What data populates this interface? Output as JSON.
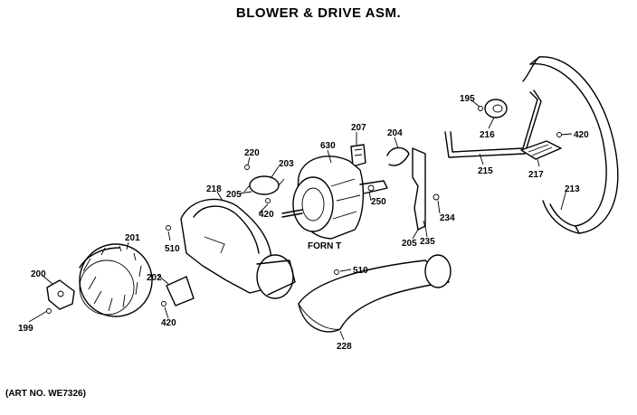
{
  "title": "BLOWER & DRIVE ASM.",
  "art_number": "(ART NO. WE7326)",
  "callouts": {
    "c195": "195",
    "c216": "216",
    "c420_top": "420",
    "c217": "217",
    "c215": "215",
    "c213": "213",
    "c207": "207",
    "c204": "204",
    "c630": "630",
    "c220": "220",
    "c203": "203",
    "c218": "218",
    "c205_mid": "205",
    "c420_mid": "420",
    "c250": "250",
    "c234": "234",
    "c235": "235",
    "c205_right": "205",
    "c201": "201",
    "c510_left": "510",
    "c510_right": "510",
    "c200": "200",
    "c202": "202",
    "c420_bottom": "420",
    "c199": "199",
    "c228": "228"
  },
  "motor_marking": "FORN T"
}
